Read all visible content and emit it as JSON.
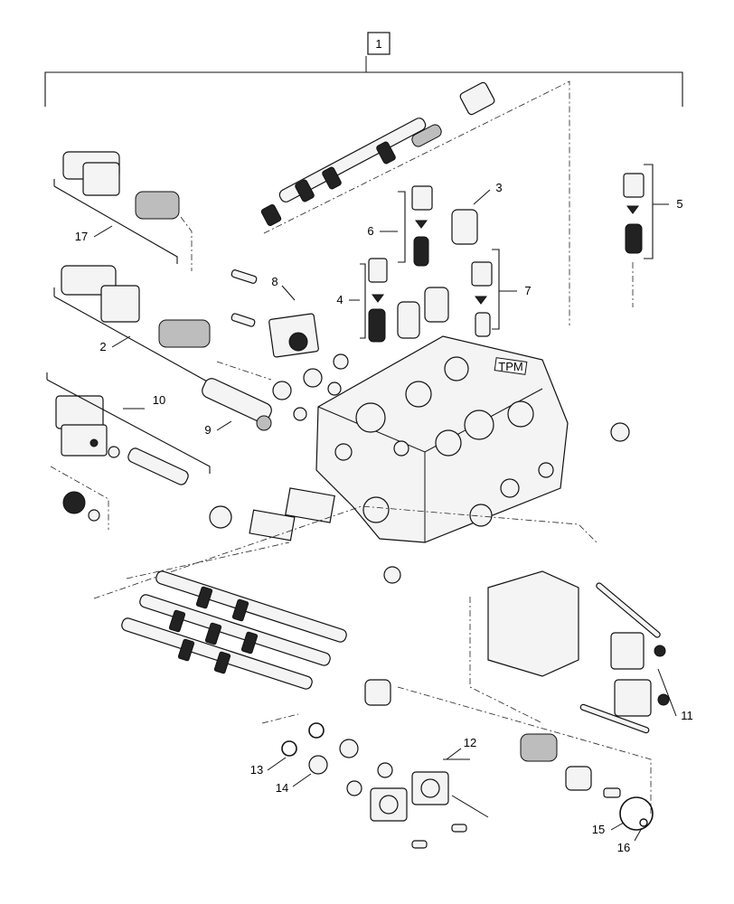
{
  "callouts": {
    "c1": "1",
    "c2": "2",
    "c3": "3",
    "c4": "4",
    "c5": "5",
    "c6": "6",
    "c7": "7",
    "c8": "8",
    "c9": "9",
    "c10": "10",
    "c11": "11",
    "c12": "12",
    "c13": "13",
    "c14": "14",
    "c15": "15",
    "c16": "16",
    "c17": "17"
  },
  "plate_text": "TPM"
}
